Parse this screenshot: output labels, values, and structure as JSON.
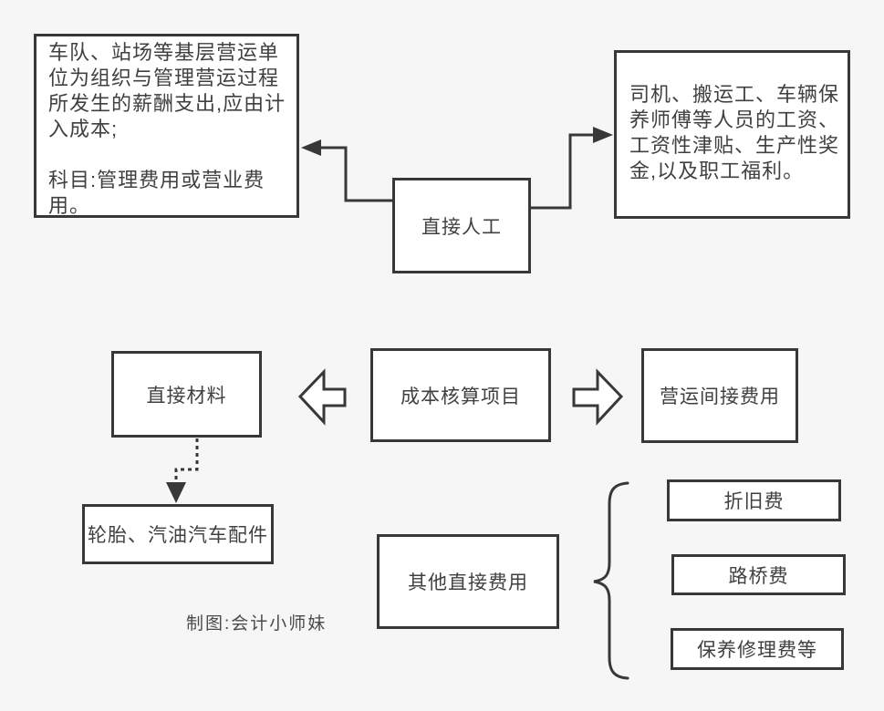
{
  "colors": {
    "background": "#f6f6f6",
    "line": "#383838",
    "box_fill": "#ffffff",
    "text": "#404040",
    "caption_text": "#4a4a4a"
  },
  "nodes": {
    "left_note": {
      "paragraph1": "车队、站场等基层营运单位为组织与管理营运过程所发生的薪酬支出,应由计入成本;",
      "paragraph2": "科目:管理费用或营业费用。"
    },
    "right_note": {
      "text": "司机、搬运工、车辆保养师傅等人员的工资、工资性津贴、生产性奖金,以及职工福利。"
    },
    "direct_labor": {
      "label": "直接人工"
    },
    "direct_material": {
      "label": "直接材料"
    },
    "cost_accounting_items": {
      "label": "成本核算项目"
    },
    "operating_indirect_cost": {
      "label": "营运间接费用"
    },
    "tires_parts": {
      "label": "轮胎、汽油汽车配件"
    },
    "other_direct_cost": {
      "label": "其他直接费用"
    },
    "depreciation": {
      "label": "折旧费"
    },
    "road_bridge_toll": {
      "label": "路桥费"
    },
    "maintenance_repair": {
      "label": "保养修理费等"
    }
  },
  "connectors": {
    "labor_to_left_note": "elbow-arrow-left",
    "labor_to_right_note": "elbow-arrow-right",
    "material_to_tires": "dashed-arrow-down",
    "cost_items_left": "block-arrow-left",
    "cost_items_right": "block-arrow-right",
    "other_cost_group": "curly-brace-left"
  },
  "caption": "制图:会计小师妹"
}
